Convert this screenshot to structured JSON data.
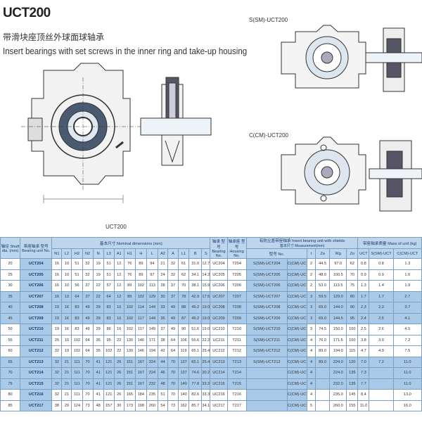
{
  "title": "UCT200",
  "subtitle_cn": "带滑块座顶丝外球面球轴承",
  "subtitle_en": "Insert bearings with set screws in the inner ring and take-up housing",
  "drawing_labels": {
    "main": "UCT200",
    "s": "S(SM)-UCT200",
    "c": "C(CM)-UCT200"
  },
  "table": {
    "h_shaft": "轴径 Shaft dia. (mm)",
    "h_unit": "带座轴承 型号 Bearing unit No.",
    "h_dims": "基本尺寸  Nominal  dimensions (mm)",
    "dim_cols": [
      "N1",
      "L2",
      "H2",
      "N2",
      "N",
      "L3",
      "A1",
      "H1",
      "H",
      "L",
      "A2",
      "A",
      "L1",
      "B",
      "S"
    ],
    "h_bearing": "轴承 型号 Bearing No.",
    "h_housing": "轴承座 型号 Housing No.",
    "h_shield": "有防尘盖带座轴承 Insert bearing unit with shields",
    "h_no": "型号 No.",
    "h_meas": "基本尺寸 Measurement(mm)",
    "meas_cols": [
      "t",
      "Za",
      "Wg",
      "Zo"
    ],
    "h_mass": "带座轴承质量 Mass of unit (kg)",
    "mass_cols": [
      "UCT",
      "S(SM)-UCT",
      "C(CM)-UCT"
    ],
    "rows": [
      [
        "20",
        "UCT204",
        "16",
        "10",
        "51",
        "32",
        "19",
        "51",
        "12",
        "76",
        "89",
        "94",
        "21",
        "32",
        "61",
        "31.0",
        "12.7",
        "UC204",
        "T204",
        "S(SM)-UCT204",
        "C(CM)-UCT204",
        "2",
        "44.5",
        "97.0",
        "62",
        "0.8",
        "0.8",
        "1.3"
      ],
      [
        "25",
        "UCT205",
        "16",
        "10",
        "51",
        "32",
        "19",
        "51",
        "12",
        "76",
        "89",
        "97",
        "24",
        "32",
        "62",
        "34.1",
        "14.3",
        "UC205",
        "T205",
        "S(SM)-UCT205",
        "C(CM)-UCT205",
        "2",
        "48.0",
        "100.5",
        "70",
        "0.9",
        "0.9",
        "1.6"
      ],
      [
        "30",
        "UCT206",
        "16",
        "10",
        "56",
        "37",
        "22",
        "57",
        "12",
        "89",
        "102",
        "113",
        "28",
        "37",
        "70",
        "38.1",
        "15.9",
        "UC206",
        "T206",
        "S(SM)-UCT206",
        "C(CM)-UCT206",
        "2",
        "53.0",
        "113.5",
        "75",
        "1.3",
        "1.4",
        "1.9"
      ],
      [
        "35",
        "UCT207",
        "16",
        "13",
        "64",
        "37",
        "22",
        "64",
        "12",
        "89",
        "102",
        "129",
        "30",
        "37",
        "78",
        "42.9",
        "17.5",
        "UC207",
        "T207",
        "S(SM)-UCT207",
        "C(CM)-UCT207",
        "3",
        "59.5",
        "129.0",
        "80",
        "1.7",
        "1.7",
        "2.7"
      ],
      [
        "40",
        "UCT208",
        "19",
        "16",
        "83",
        "49",
        "29",
        "83",
        "16",
        "102",
        "114",
        "144",
        "33",
        "49",
        "88",
        "49.2",
        "19.0",
        "UC208",
        "T208",
        "S(SM)-UCT208",
        "C(CM)-UCT208",
        "3",
        "69.0",
        "144.0",
        "90",
        "2.3",
        "2.3",
        "3.7"
      ],
      [
        "45",
        "UCT209",
        "19",
        "16",
        "83",
        "49",
        "29",
        "83",
        "16",
        "102",
        "117",
        "144",
        "35",
        "49",
        "87",
        "49.2",
        "19.0",
        "UC209",
        "T209",
        "S(SM)-UCT209",
        "C(CM)-UCT209",
        "3",
        "69.0",
        "144.5",
        "95",
        "2.4",
        "2.5",
        "4.1"
      ],
      [
        "50",
        "UCT210",
        "19",
        "16",
        "83",
        "49",
        "29",
        "86",
        "16",
        "102",
        "117",
        "149",
        "37",
        "49",
        "90",
        "51.6",
        "19.0",
        "UC210",
        "T210",
        "S(SM)-UCT210",
        "C(CM)-UCT210",
        "3",
        "74.5",
        "150.0",
        "100",
        "2.5",
        "2.6",
        "4.5"
      ],
      [
        "55",
        "UCT211",
        "25",
        "19",
        "102",
        "64",
        "35",
        "95",
        "22",
        "130",
        "146",
        "171",
        "38",
        "64",
        "106",
        "55.6",
        "22.2",
        "UC211",
        "T211",
        "S(SM)-UCT211",
        "C(CM)-UCT211",
        "4",
        "76.0",
        "171.5",
        "100",
        "3.8",
        "3.9",
        "7.2"
      ],
      [
        "60",
        "UCT212",
        "32",
        "19",
        "102",
        "64",
        "35",
        "102",
        "22",
        "130",
        "146",
        "194",
        "42",
        "64",
        "119",
        "65.1",
        "25.4",
        "UC212",
        "T212",
        "S(SM)-UCT212",
        "C(CM)-UCT212",
        "4",
        "89.0",
        "194.0",
        "115",
        "4.7",
        "4.9",
        "7.5"
      ],
      [
        "65",
        "UCT213",
        "32",
        "21",
        "111",
        "70",
        "41",
        "121",
        "26",
        "151",
        "167",
        "224",
        "44",
        "70",
        "137",
        "65.1",
        "25.4",
        "UC213",
        "T213",
        "S(SM)-UCT213",
        "C(CM)-UCT213",
        "4",
        "89.0",
        "224.0",
        "120",
        "7.0",
        "7.2",
        "11.0"
      ],
      [
        "70",
        "UCT214",
        "32",
        "21",
        "111",
        "70",
        "41",
        "121",
        "26",
        "151",
        "167",
        "224",
        "46",
        "70",
        "137",
        "74.6",
        "30.2",
        "UC214",
        "T214",
        "",
        "C(CM)-UCT214",
        "4",
        "",
        "224.0",
        "135",
        "7.3",
        "",
        "11.0"
      ],
      [
        "75",
        "UCT215",
        "32",
        "21",
        "111",
        "70",
        "41",
        "121",
        "26",
        "151",
        "167",
        "232",
        "48",
        "70",
        "140",
        "77.8",
        "33.3",
        "UC215",
        "T215",
        "",
        "C(CM)-UCT215",
        "4",
        "",
        "232.0",
        "135",
        "7.7",
        "",
        "11.0"
      ],
      [
        "80",
        "UCT216",
        "32",
        "21",
        "111",
        "70",
        "41",
        "121",
        "26",
        "165",
        "184",
        "235",
        "51",
        "70",
        "140",
        "82.6",
        "33.3",
        "UC216",
        "T216",
        "",
        "C(CM)-UCT216",
        "4",
        "",
        "235.0",
        "145",
        "8.4",
        "",
        "13.0"
      ],
      [
        "85",
        "UCT217",
        "38",
        "29",
        "124",
        "73",
        "48",
        "157",
        "30",
        "173",
        "198",
        "260",
        "54",
        "73",
        "162",
        "85.7",
        "34.1",
        "UC217",
        "T217",
        "",
        "C(CM)-UCT217",
        "5",
        "",
        "260.0",
        "155",
        "11.0",
        "",
        "16.0"
      ]
    ],
    "highlight_rows": [
      3,
      4,
      5,
      9,
      10,
      11
    ]
  }
}
